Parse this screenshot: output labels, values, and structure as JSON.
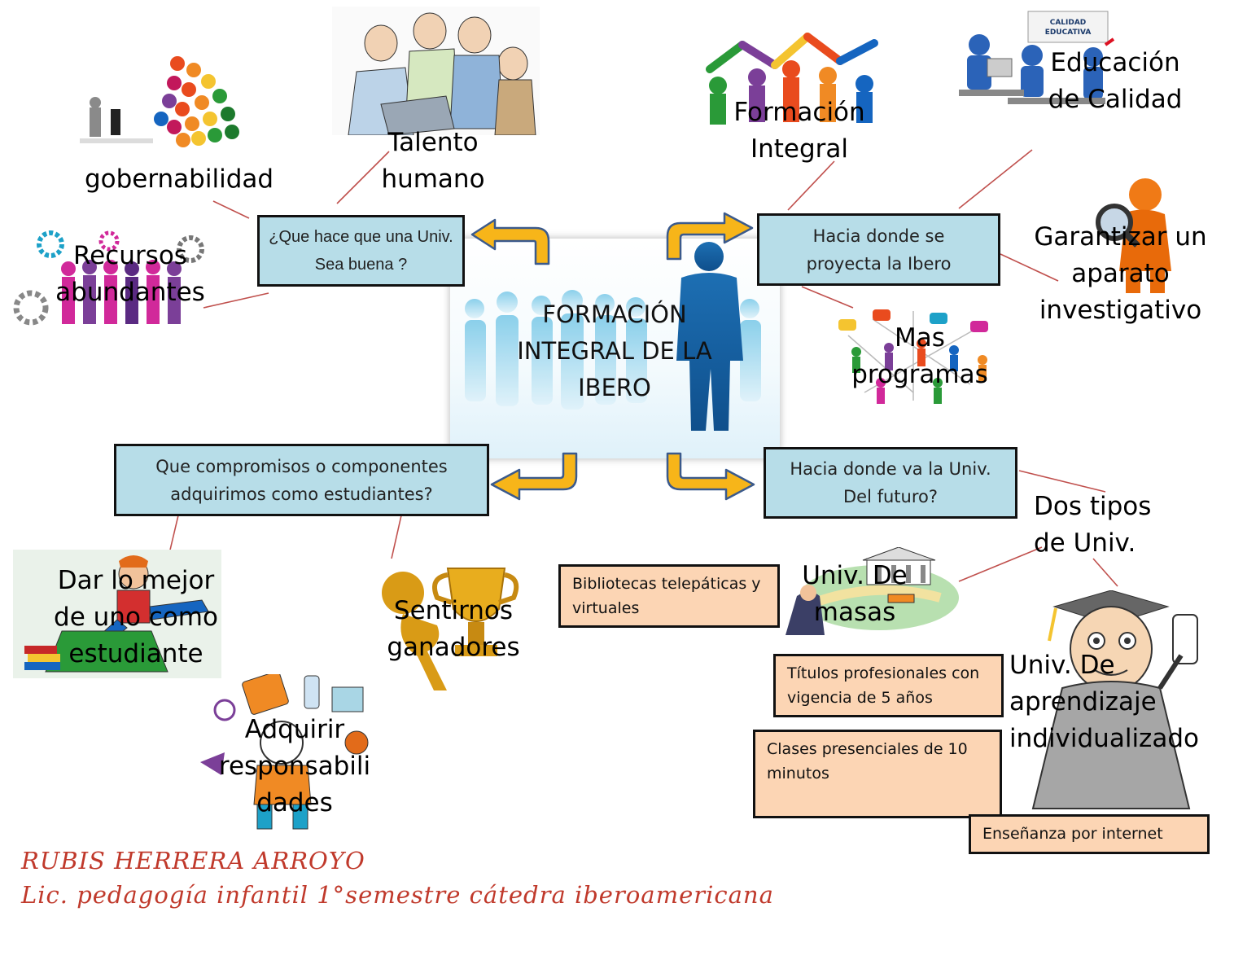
{
  "center": {
    "title": "FORMACIÓN INTEGRAL DE LA IBERO"
  },
  "boxes": {
    "top_left": "¿Que hace que una Univ. Sea buena ?",
    "top_right": "Hacia donde se proyecta la Ibero",
    "bottom_left": "Que compromisos o componentes adquirimos como estudiantes?",
    "bottom_right": "Hacia donde va la Univ. Del futuro?"
  },
  "labels": {
    "gobernabilidad": "gobernabilidad",
    "talento_humano": "Talento humano",
    "recursos_abundantes": "Recursos abundantes",
    "formacion_integral": "Formación Integral",
    "educacion_calidad": "Educación de Calidad",
    "aparato_investigativo": "Garantizar un aparato investigativo",
    "mas_programas": "Mas programas",
    "dar_lo_mejor": "Dar lo mejor de uno como estudiante",
    "sentirnos_ganadores": "Sentirnos ganadores",
    "adquirir_responsabilidades": "Adquirir responsabili dades",
    "dos_tipos": "Dos tipos de Univ.",
    "univ_masas": "Univ. De masas",
    "univ_aprendizaje": "Univ. De aprendizaje individualizado"
  },
  "notes": {
    "bibliotecas": "Bibliotecas telepáticas y virtuales",
    "titulos": "Títulos profesionales con vigencia de 5 años",
    "clases": "Clases presenciales de 10 minutos",
    "ensenanza": "Enseñanza por internet"
  },
  "image_text": {
    "calidad_sign": "CALIDAD EDUCATIVA"
  },
  "author": {
    "name": "RUBIS HERRERA ARROYO",
    "course": "Lic. pedagogía infantil 1°semestre cátedra iberoamericana"
  },
  "colors": {
    "box_blue": "#b7dde8",
    "box_peach": "#fcd5b4",
    "arrow_gold": "#f7b519",
    "arrow_outline": "#3b5a8c",
    "connector": "#c0504d",
    "author_red": "#c0392b"
  }
}
